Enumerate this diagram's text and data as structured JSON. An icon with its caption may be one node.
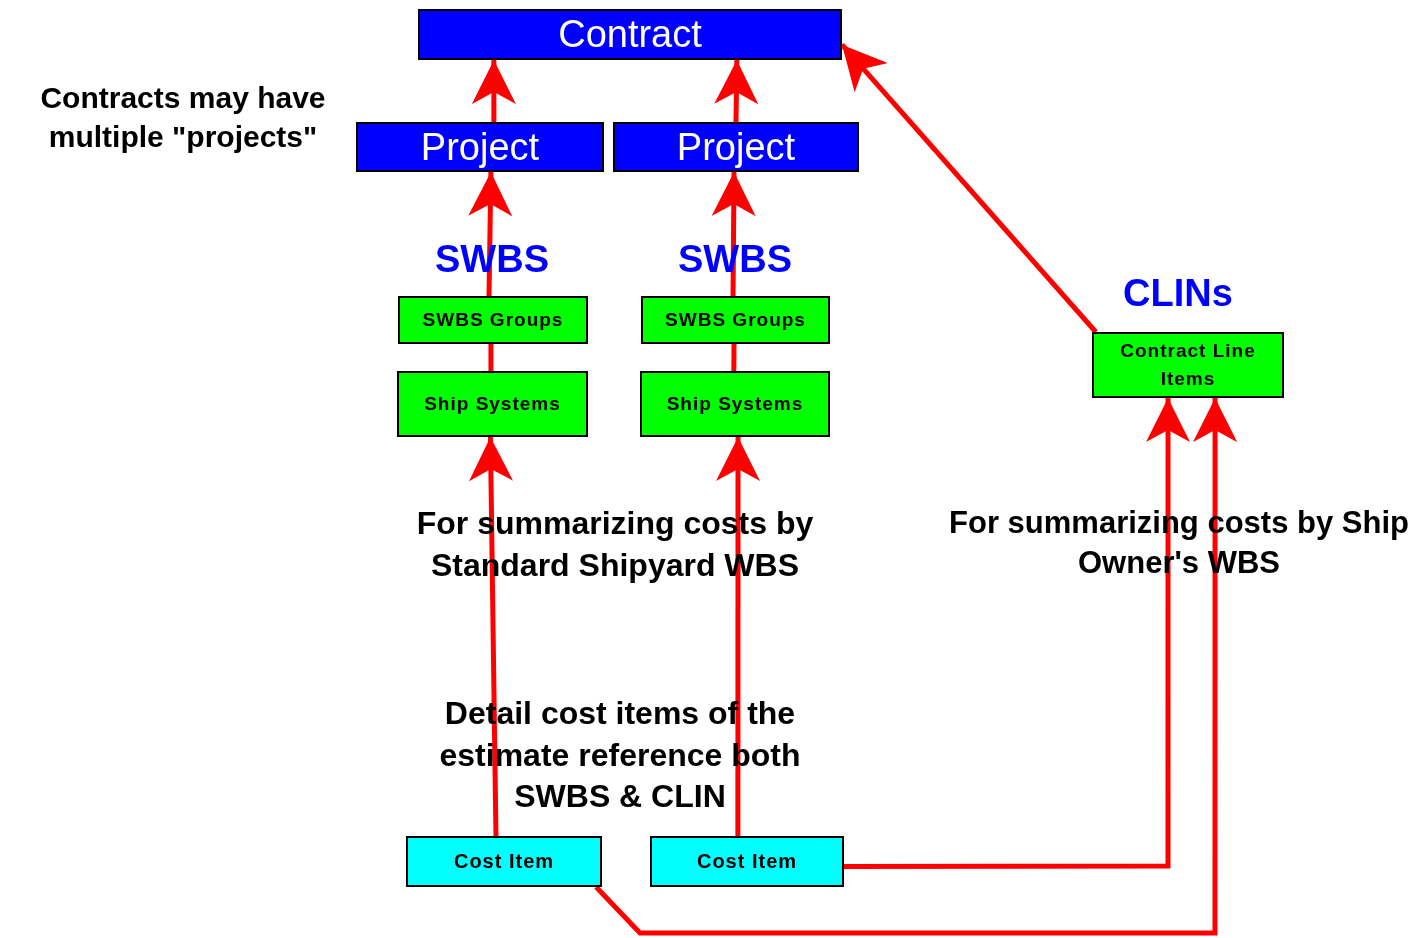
{
  "diagram": {
    "nodes": [
      {
        "text": [
          "Contract"
        ]
      },
      {
        "text": [
          "Project"
        ]
      },
      {
        "text": [
          "Project"
        ]
      },
      {
        "text": [
          "SWBS Groups"
        ],
        "beside": [
          "SWBS"
        ]
      },
      {
        "text": [
          "Ship Systems"
        ]
      },
      {
        "text": [
          "SWBS Groups"
        ],
        "beside": [
          "SWBS"
        ]
      },
      {
        "text": [
          "Ship Systems"
        ]
      },
      {
        "text": [
          "Contract Line Items"
        ],
        "beside": [
          "CLINs"
        ]
      },
      {
        "text": [
          "Cost Item"
        ]
      },
      {
        "text": [
          "Cost Item"
        ]
      }
    ],
    "edges": [
      {
        "from": 1,
        "to": 0,
        "arrow": "to"
      },
      {
        "from": 2,
        "to": 0,
        "arrow": "to"
      },
      {
        "from": 3,
        "to": 1,
        "arrow": "to"
      },
      {
        "from": 5,
        "to": 2,
        "arrow": "to"
      },
      {
        "from": 4,
        "to": 3,
        "arrow": "none"
      },
      {
        "from": 6,
        "to": 5,
        "arrow": "none"
      },
      {
        "from": 8,
        "to": 4,
        "arrow": "to"
      },
      {
        "from": 9,
        "to": 6,
        "arrow": "to"
      },
      {
        "from": 7,
        "to": 0,
        "arrow": "to"
      },
      {
        "from": 9,
        "to": 7,
        "arrow": "to"
      },
      {
        "from": 8,
        "to": 7,
        "arrow": "to"
      }
    ],
    "labels": [
      "Contracts may have multiple \"projects\"",
      "For summarizing costs by Standard Shipyard WBS",
      "For summarizing costs by Ship Owner's WBS",
      "Detail cost items of the estimate reference both SWBS & CLIN"
    ]
  }
}
